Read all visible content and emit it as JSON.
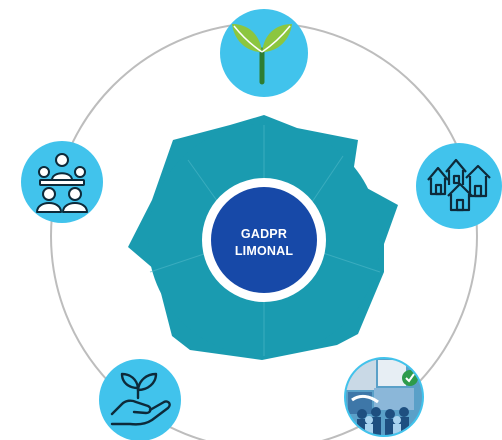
{
  "center": {
    "line1": "GADPR",
    "line2": "LIMONAL"
  },
  "nodes": [
    {
      "id": "top",
      "icon": "sprout-icon"
    },
    {
      "id": "right",
      "icon": "houses-icon"
    },
    {
      "id": "bottom-right",
      "icon": "community-collage-icon"
    },
    {
      "id": "bottom-left",
      "icon": "hand-plant-icon"
    },
    {
      "id": "left",
      "icon": "meeting-icon"
    }
  ],
  "colors": {
    "orbit": "#bdbdbd",
    "node_fill": "#41c3ec",
    "ring_teal": "#1a9bb0",
    "ring_inner": "#ffffff",
    "center_fill": "#1749a8",
    "leaf_green": "#8cc63f"
  }
}
